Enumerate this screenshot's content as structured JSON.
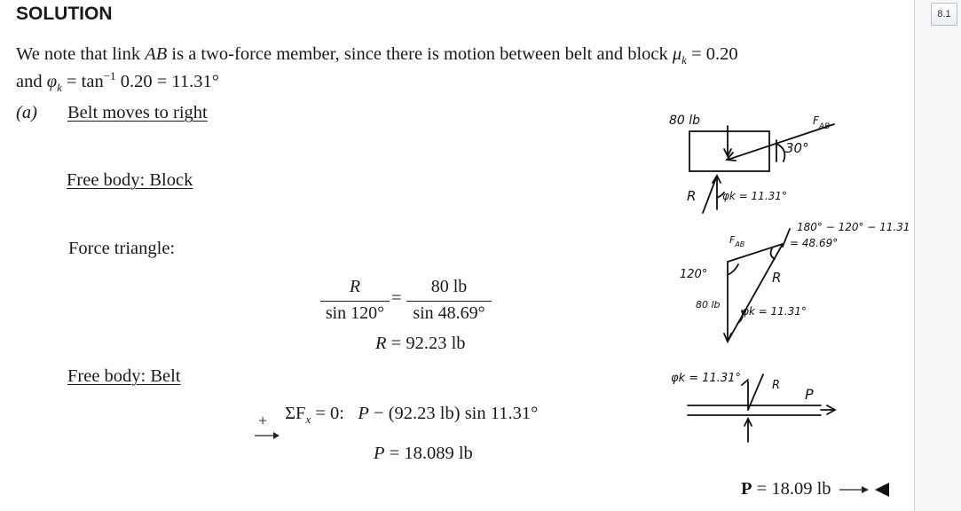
{
  "heading": "SOLUTION",
  "intro": {
    "line1_pre": "We note that link ",
    "line1_AB": "AB",
    "line1_post": " is a two-force member, since there is motion between belt and block ",
    "mu_sym": "μ",
    "mu_sub": "k",
    "mu_val": " = 0.20",
    "line2_and": "and ",
    "phi_sym": "φ",
    "phi_sub": "k",
    "phi_eq": " = tan",
    "phi_exp": "−1",
    "phi_val": " 0.20 = 11.31°"
  },
  "part_label": "(a)",
  "part_title": "Belt moves to right",
  "fb_block": "Free body: Block",
  "force_triangle": "Force triangle:",
  "equation": {
    "left_num": "R",
    "left_den": "sin 120°",
    "equals": "=",
    "right_num": "80 lb",
    "right_den": "sin 48.69°",
    "result_R": "R",
    "result_val": " = 92.23 lb"
  },
  "fb_belt": "Free body: Belt",
  "sum_eq": {
    "plus": "+",
    "sigma": "ΣF",
    "sub": "x",
    "eq": " = 0:   ",
    "P": "P",
    "rest": " − (92.23 lb) sin 11.31°"
  },
  "p_result": {
    "P": "P",
    "val": " = 18.089 lb"
  },
  "final_answer": {
    "P": "P",
    "val": " = 18.09 lb"
  },
  "sketch": {
    "w80": "80 lb",
    "fab1": "F",
    "fab1_sub": "AB",
    "angle30": "30°",
    "R1": "R",
    "phi1": "φk = 11.31°",
    "angle_calc": "180° − 120° − 11.31",
    "angle_res": "= 48.69°",
    "fab2": "F",
    "fab2_sub": "AB",
    "angle120": "120°",
    "w80b": "80 lb",
    "R2": "R",
    "phi2": "φk = 11.31°",
    "phi3": "φk = 11.31°",
    "R3": "R",
    "P3": "P"
  },
  "viewer": {
    "page_number": "8.1"
  }
}
